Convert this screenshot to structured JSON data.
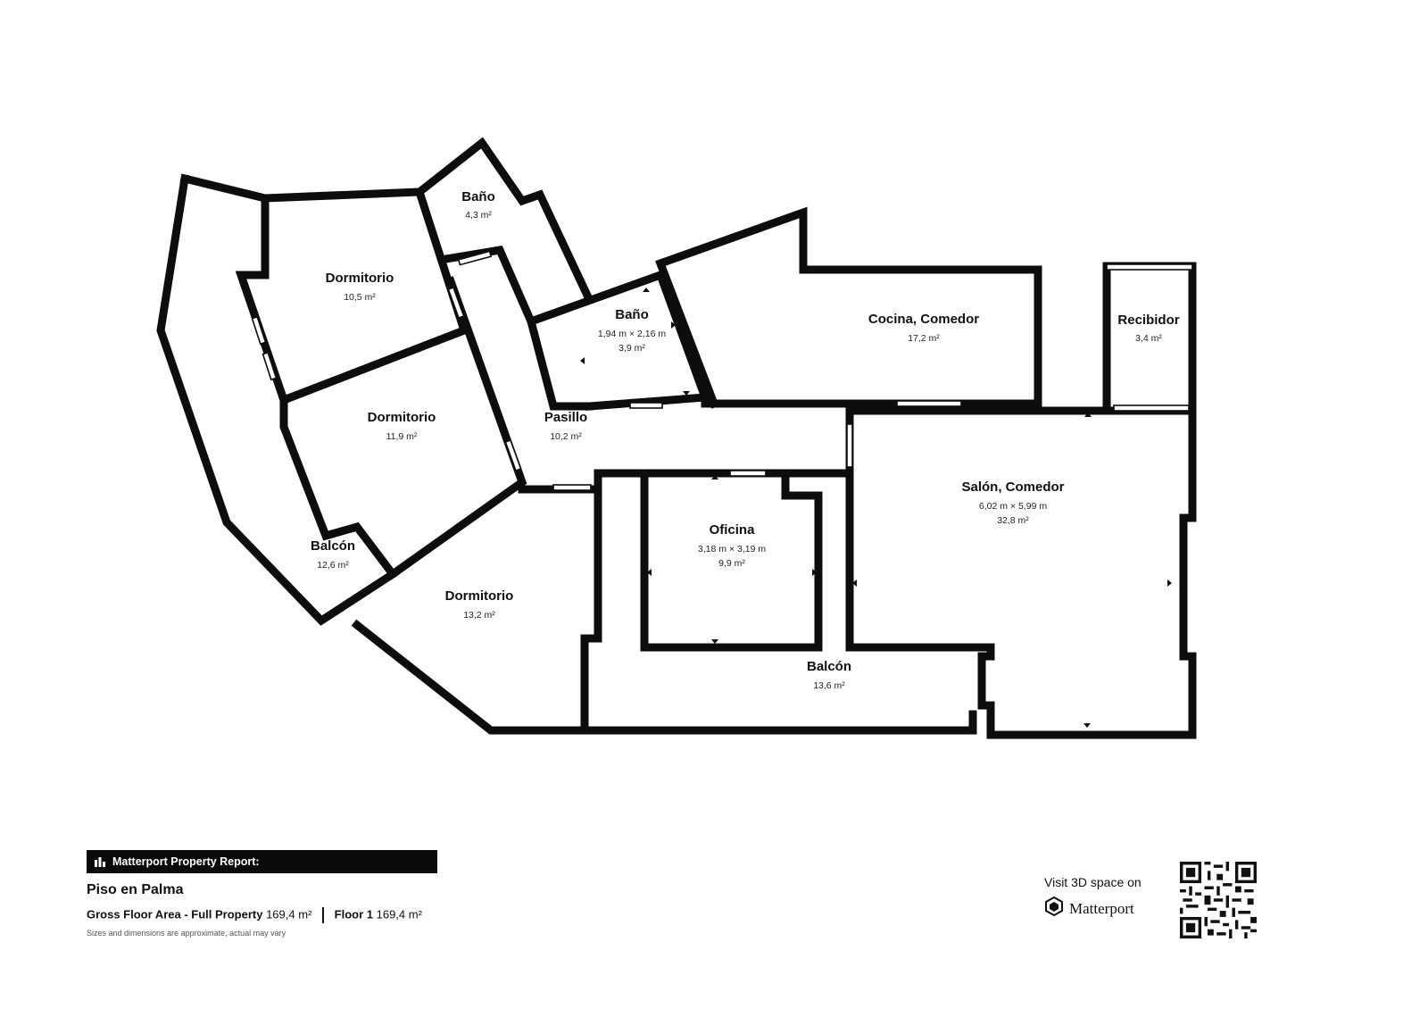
{
  "rooms": {
    "bano_top": {
      "name": "Baño",
      "area": "4,3 m²"
    },
    "dormitorio_1": {
      "name": "Dormitorio",
      "area": "10,5 m²"
    },
    "bano_small": {
      "name": "Baño",
      "dims": "1,94 m × 2,16 m",
      "area": "3,9 m²"
    },
    "cocina": {
      "name": "Cocina, Comedor",
      "area": "17,2 m²"
    },
    "recibidor": {
      "name": "Recibidor",
      "area": "3,4 m²"
    },
    "dormitorio_2": {
      "name": "Dormitorio",
      "area": "11,9 m²"
    },
    "pasillo": {
      "name": "Pasillo",
      "area": "10,2 m²"
    },
    "salon": {
      "name": "Salón, Comedor",
      "dims": "6,02 m × 5,99 m",
      "area": "32,8 m²"
    },
    "oficina": {
      "name": "Oficina",
      "dims": "3,18 m × 3,19 m",
      "area": "9,9 m²"
    },
    "balcon_left": {
      "name": "Balcón",
      "area": "12,6 m²"
    },
    "dormitorio_3": {
      "name": "Dormitorio",
      "area": "13,2 m²"
    },
    "balcon_bottom": {
      "name": "Balcón",
      "area": "13,6 m²"
    }
  },
  "report": {
    "header": "Matterport Property Report:",
    "header_icon": "building-icon",
    "property_name": "Piso en Palma",
    "gfa_label": "Gross Floor Area - Full Property",
    "gfa_value": "169,4 m²",
    "floor_label": "Floor 1",
    "floor_value": "169,4 m²",
    "disclaimer": "Sizes and dimensions are approximate, actual may vary"
  },
  "visit": {
    "text": "Visit 3D space on",
    "brand": "Matterport",
    "brand_icon": "matterport-logo-icon",
    "qr_icon": "qr-code-icon"
  },
  "colors": {
    "wall": "#0d0d0d",
    "background": "#ffffff",
    "report_bar": "#0a0a0a"
  }
}
